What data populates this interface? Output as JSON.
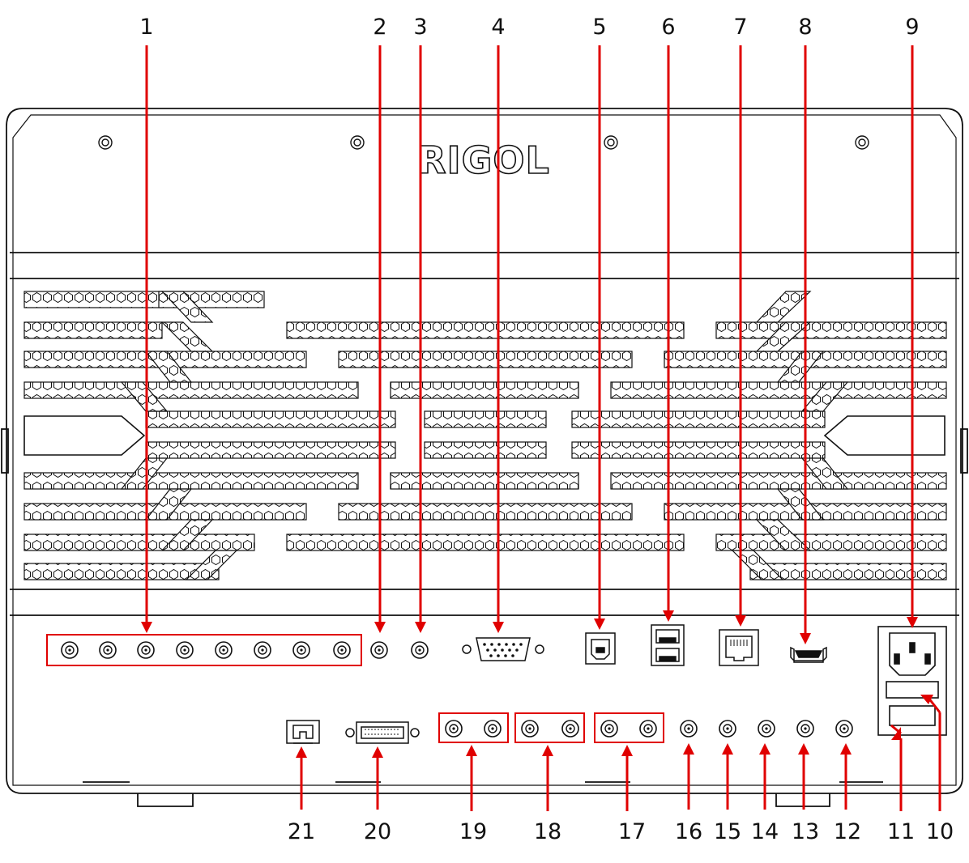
{
  "brand": "RIGOL",
  "colors": {
    "outline": "#111111",
    "callout": "#e00000",
    "background": "#ffffff",
    "hexfill": "#ffffff"
  },
  "callouts_top": [
    "1",
    "2",
    "3",
    "4",
    "5",
    "6",
    "7",
    "8",
    "9"
  ],
  "callouts_bottom": [
    "21",
    "20",
    "19",
    "18",
    "17",
    "16",
    "15",
    "14",
    "13",
    "12",
    "11",
    "10"
  ],
  "icons": {
    "bnc": "bnc-connector-icon",
    "db15": "db15-connector-icon",
    "usb_b": "usb-device-port-icon",
    "usb_a": "usb-host-port-icon",
    "lan": "rj45-lan-port-icon",
    "hdmi": "hdmi-port-icon",
    "power": "ac-power-socket-icon",
    "sfp": "sfp-port-icon",
    "ext": "expansion-connector-icon"
  }
}
